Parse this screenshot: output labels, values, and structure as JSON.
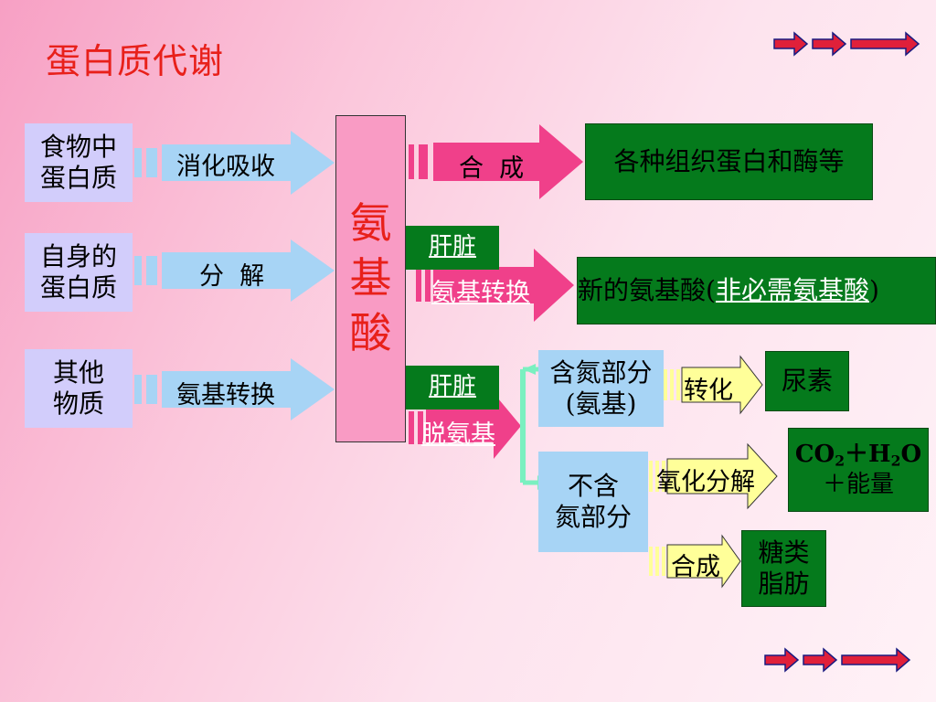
{
  "title": "蛋白质代谢",
  "sources": [
    {
      "line1": "食物中",
      "line2": "蛋白质",
      "arrow": "消化吸收"
    },
    {
      "line1": "自身的",
      "line2": "蛋白质",
      "arrow": "分  解"
    },
    {
      "line1": "其他",
      "line2": "物质",
      "arrow": "氨基转换"
    }
  ],
  "amino_acid": [
    "氨",
    "基",
    "酸"
  ],
  "synthesis": {
    "arrow": "合  成",
    "result": "各种组织蛋白和酶等"
  },
  "liver_1": {
    "label": "肝脏",
    "arrow": "氨基转换",
    "result_prefix": "新的氨基酸(",
    "result_link": "非必需氨基酸",
    "result_suffix": ")"
  },
  "liver_2": {
    "label": "肝脏",
    "arrow": "脱氨基"
  },
  "nitrogen": {
    "line1": "含氮部分",
    "line2": "(氨基)",
    "arrow": "转化",
    "result": "尿素"
  },
  "non_nitrogen": {
    "line1": "不含",
    "line2": "氮部分",
    "oxidation_arrow": "氧化分解",
    "energy_line2": "＋能量",
    "synthesis_arrow": "合成",
    "synth_line1": "糖类",
    "synth_line2": "脂肪"
  },
  "colors": {
    "title": "#e8201a",
    "arrow_blue": "#a7d4f5",
    "arrow_pink": "#f0408a",
    "arrow_yellow": "#ffff99",
    "green": "#057a1c",
    "lavender": "#d2cdfb"
  }
}
